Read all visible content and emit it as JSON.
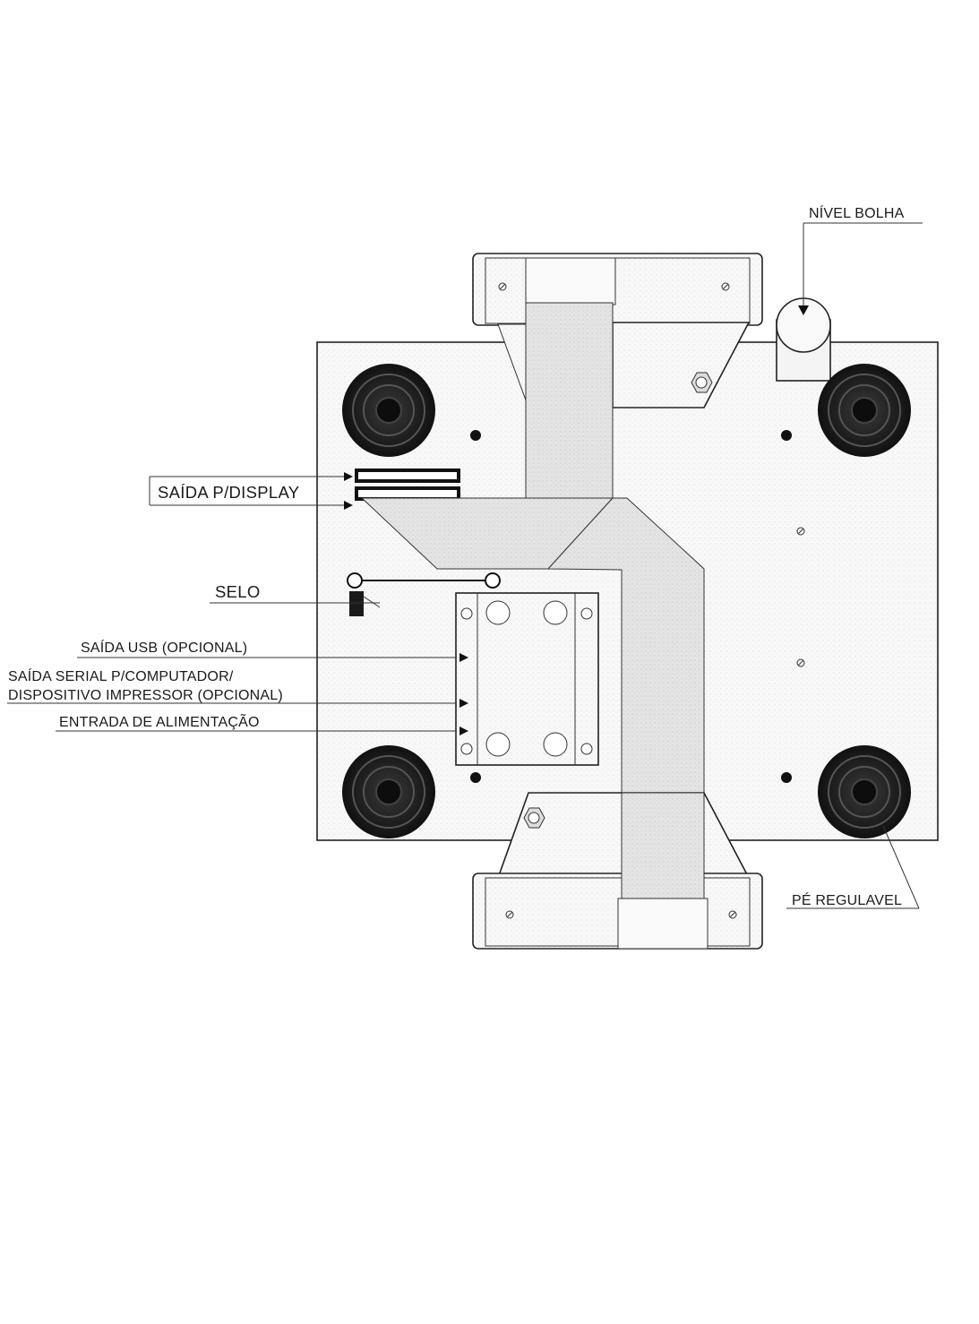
{
  "labels": {
    "nivel_bolha": "NÍVEL BOLHA",
    "saida_display": "SAÍDA P/DISPLAY",
    "selo": "SELO",
    "saida_usb": "SAÍDA USB (OPCIONAL)",
    "saida_serial_line1": "SAÍDA SERIAL P/COMPUTADOR/",
    "saida_serial_line2": "DISPOSITIVO IMPRESSOR (OPCIONAL)",
    "entrada_alimentacao": "ENTRADA DE ALIMENTAÇÃO",
    "pe_regulavel": "PÉ REGULAVEL"
  },
  "colors": {
    "line": "#222222",
    "plate": "#f7f7f7",
    "cable": "#e6e6e6",
    "foot": "#1c1c1c",
    "text": "#1a1a1a"
  },
  "icons": [
    "arrow-icon",
    "foot-icon",
    "screw-icon",
    "nut-icon",
    "bubble-level-icon",
    "seal-icon"
  ]
}
